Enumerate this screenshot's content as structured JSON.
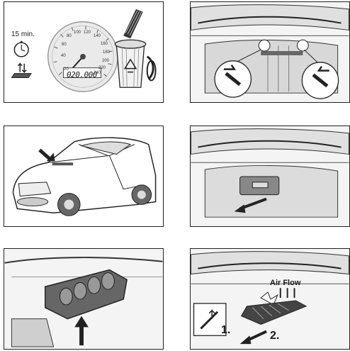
{
  "panel1": {
    "time_label": "15 min.",
    "odometer": "020.000",
    "speed_ticks": [
      "20",
      "40",
      "60",
      "80",
      "100",
      "120",
      "140",
      "160",
      "180",
      "200",
      "220",
      "240"
    ]
  },
  "panel6": {
    "air_flow_label": "Air Flow",
    "step1_label": "1.",
    "step2_label": "2."
  },
  "icons": [
    "clock-icon",
    "hand-icon",
    "recycle-bin-icon",
    "air-filter-icon",
    "arrow-icon"
  ]
}
